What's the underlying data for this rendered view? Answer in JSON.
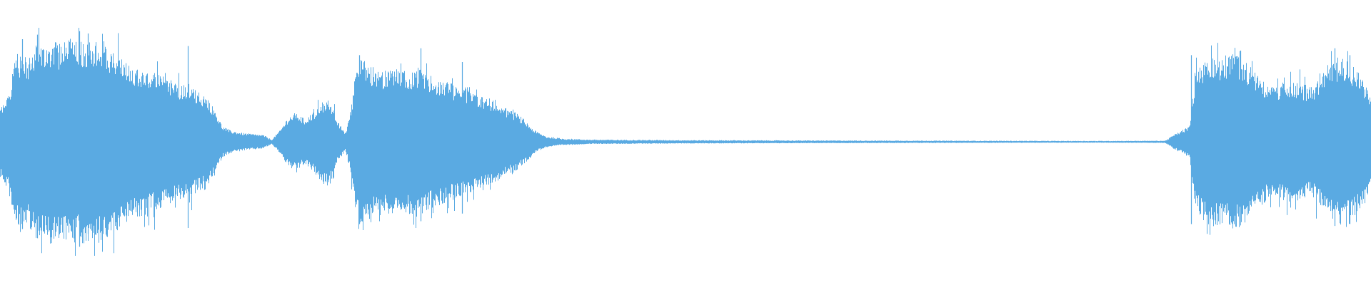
{
  "waveform": {
    "color": "#5aaae2",
    "background": "#ffffff",
    "amplitude_envelope": [
      [
        0.0,
        0.3
      ],
      [
        0.006,
        0.42
      ],
      [
        0.01,
        0.7
      ],
      [
        0.015,
        0.8
      ],
      [
        0.02,
        0.72
      ],
      [
        0.026,
        0.86
      ],
      [
        0.031,
        0.83
      ],
      [
        0.037,
        0.9
      ],
      [
        0.043,
        0.86
      ],
      [
        0.05,
        0.92
      ],
      [
        0.056,
        0.88
      ],
      [
        0.062,
        0.91
      ],
      [
        0.068,
        0.88
      ],
      [
        0.075,
        0.86
      ],
      [
        0.081,
        0.8
      ],
      [
        0.088,
        0.76
      ],
      [
        0.095,
        0.7
      ],
      [
        0.102,
        0.66
      ],
      [
        0.11,
        0.62
      ],
      [
        0.118,
        0.58
      ],
      [
        0.126,
        0.54
      ],
      [
        0.134,
        0.5
      ],
      [
        0.142,
        0.46
      ],
      [
        0.15,
        0.4
      ],
      [
        0.156,
        0.3
      ],
      [
        0.162,
        0.14
      ],
      [
        0.168,
        0.1
      ],
      [
        0.176,
        0.08
      ],
      [
        0.184,
        0.07
      ],
      [
        0.192,
        0.06
      ],
      [
        0.198,
        0.02
      ],
      [
        0.204,
        0.1
      ],
      [
        0.21,
        0.22
      ],
      [
        0.216,
        0.26
      ],
      [
        0.222,
        0.2
      ],
      [
        0.228,
        0.26
      ],
      [
        0.234,
        0.34
      ],
      [
        0.24,
        0.4
      ],
      [
        0.246,
        0.18
      ],
      [
        0.252,
        0.08
      ],
      [
        0.256,
        0.3
      ],
      [
        0.26,
        0.7
      ],
      [
        0.266,
        0.74
      ],
      [
        0.272,
        0.66
      ],
      [
        0.28,
        0.62
      ],
      [
        0.288,
        0.66
      ],
      [
        0.296,
        0.62
      ],
      [
        0.304,
        0.66
      ],
      [
        0.312,
        0.6
      ],
      [
        0.32,
        0.56
      ],
      [
        0.328,
        0.52
      ],
      [
        0.336,
        0.48
      ],
      [
        0.344,
        0.44
      ],
      [
        0.352,
        0.4
      ],
      [
        0.36,
        0.36
      ],
      [
        0.368,
        0.3
      ],
      [
        0.376,
        0.26
      ],
      [
        0.382,
        0.2
      ],
      [
        0.39,
        0.1
      ],
      [
        0.398,
        0.05
      ],
      [
        0.41,
        0.03
      ],
      [
        0.43,
        0.02
      ],
      [
        0.5,
        0.015
      ],
      [
        0.6,
        0.012
      ],
      [
        0.7,
        0.01
      ],
      [
        0.8,
        0.008
      ],
      [
        0.85,
        0.01
      ],
      [
        0.856,
        0.06
      ],
      [
        0.862,
        0.1
      ],
      [
        0.868,
        0.14
      ],
      [
        0.872,
        0.6
      ],
      [
        0.878,
        0.7
      ],
      [
        0.884,
        0.76
      ],
      [
        0.892,
        0.72
      ],
      [
        0.9,
        0.78
      ],
      [
        0.908,
        0.72
      ],
      [
        0.916,
        0.6
      ],
      [
        0.924,
        0.52
      ],
      [
        0.932,
        0.5
      ],
      [
        0.94,
        0.54
      ],
      [
        0.948,
        0.52
      ],
      [
        0.956,
        0.48
      ],
      [
        0.964,
        0.56
      ],
      [
        0.972,
        0.68
      ],
      [
        0.98,
        0.74
      ],
      [
        0.988,
        0.66
      ],
      [
        0.994,
        0.56
      ],
      [
        1.0,
        0.42
      ]
    ],
    "peaks": [
      [
        0.016,
        0.9
      ],
      [
        0.027,
        0.94
      ],
      [
        0.058,
        0.97
      ],
      [
        0.064,
        0.95
      ],
      [
        0.137,
        0.84
      ],
      [
        0.262,
        0.76
      ],
      [
        0.307,
        0.82
      ],
      [
        0.337,
        0.7
      ],
      [
        0.869,
        0.76
      ],
      [
        0.905,
        0.8
      ],
      [
        0.974,
        0.82
      ],
      [
        0.985,
        0.76
      ]
    ]
  }
}
